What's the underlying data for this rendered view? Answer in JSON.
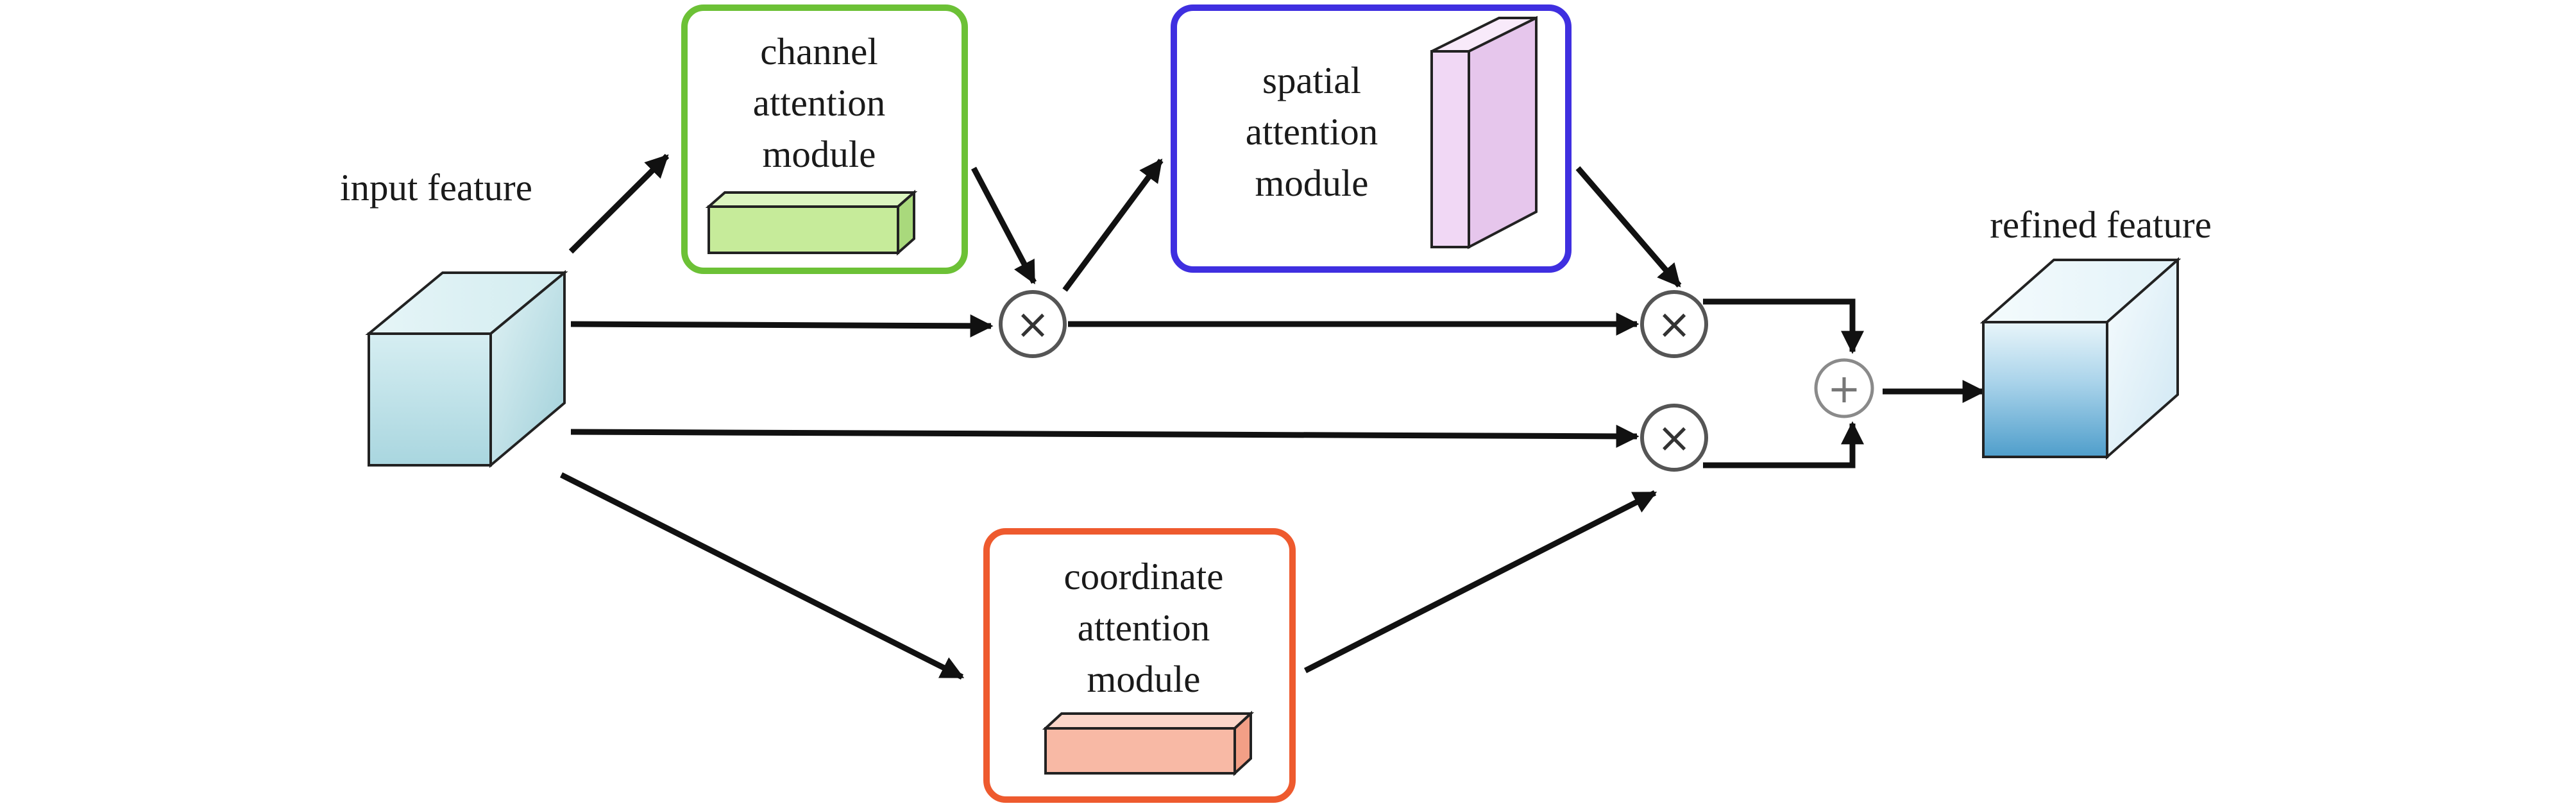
{
  "labels": {
    "input": "input feature",
    "refined": "refined feature",
    "channel": [
      "channel",
      "attention",
      "module"
    ],
    "spatial": [
      "spatial",
      "attention",
      "module"
    ],
    "coordinate": [
      "coordinate",
      "attention",
      "module"
    ]
  },
  "operators": {
    "multiply": "×",
    "add": "+"
  },
  "colors": {
    "channel_border": "#6cc136",
    "spatial_border": "#3f2fe0",
    "coordinate_border": "#ee5a2e",
    "channel_block": "#c6eb9a",
    "spatial_block": "#f1d8f5",
    "coordinate_block": "#f8b9a5",
    "input_cube": "#bfe3ea",
    "refined_cube": "#6fb3d6",
    "arrow": "#111111",
    "operator_stroke": "#555555"
  }
}
